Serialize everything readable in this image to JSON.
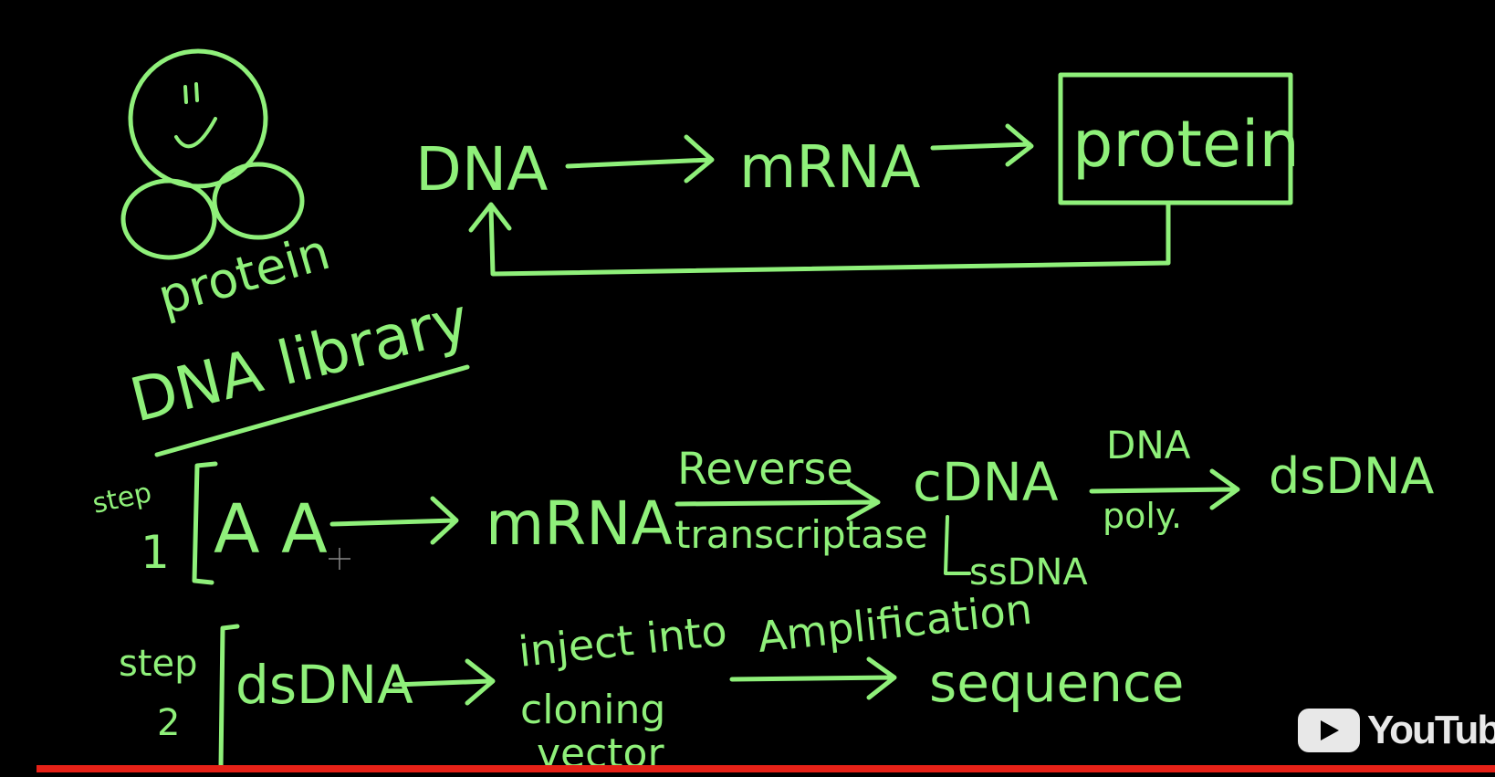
{
  "board": {
    "icon_label": "protein",
    "top_flow": {
      "dna": "DNA",
      "mrna": "mRNA",
      "protein": "protein"
    },
    "heading": "DNA library",
    "step1": {
      "label_word": "step",
      "label_num": "1",
      "aa": "A A",
      "mrna": "mRNA",
      "enzyme_top": "Reverse",
      "enzyme_bottom": "transcriptase",
      "cdna": "cDNA",
      "polymerase_top": "DNA",
      "polymerase_bottom": "poly.",
      "dsdna": "dsDNA",
      "ssdna": "ssDNA"
    },
    "step2": {
      "label_word": "step",
      "label_num": "2",
      "dsdna": "dsDNA",
      "inject_line1": "inject into",
      "inject_line2": "cloning",
      "inject_line3": "vector",
      "amplification": "Amplification",
      "sequence": "sequence"
    }
  },
  "watermark": {
    "text": "YouTube",
    "icon": "youtube-play-icon"
  },
  "player": {
    "progress": 1.0,
    "progress_color": "#e62117"
  },
  "colors": {
    "ink": "#8ff07a",
    "background": "#000000"
  }
}
